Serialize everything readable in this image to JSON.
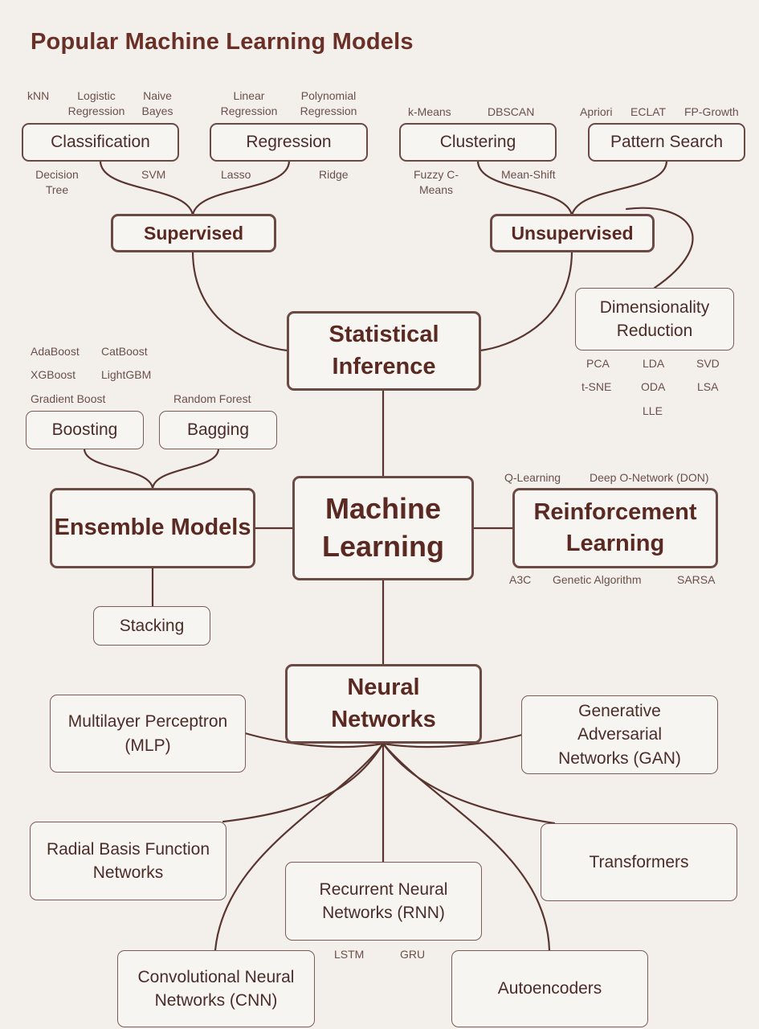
{
  "title": "Popular Machine Learning Models",
  "nodes": {
    "machine_learning": "Machine Learning",
    "statistical_inference": "Statistical Inference",
    "supervised": "Supervised",
    "unsupervised": "Unsupervised",
    "classification": "Classification",
    "regression": "Regression",
    "clustering": "Clustering",
    "pattern_search": "Pattern Search",
    "dimensionality_reduction": "Dimensionality Reduction",
    "ensemble_models": "Ensemble Models",
    "boosting": "Boosting",
    "bagging": "Bagging",
    "stacking": "Stacking",
    "reinforcement_learning": "Reinforcement Learning",
    "neural_networks": "Neural Networks",
    "mlp": "Multilayer Perceptron (MLP)",
    "gan": "Generative Adversarial Networks (GAN)",
    "rbf": "Radial Basis Function Networks",
    "transformers": "Transformers",
    "rnn": "Recurrent Neural Networks (RNN)",
    "cnn": "Convolutional Neural Networks (CNN)",
    "autoencoders": "Autoencoders"
  },
  "labels": {
    "knn": "kNN",
    "logistic_regression": "Logistic Regression",
    "naive_bayes": "Naive Bayes",
    "decision_tree": "Decision Tree",
    "svm": "SVM",
    "linear_regression": "Linear Regression",
    "polynomial_regression": "Polynomial Regression",
    "lasso": "Lasso",
    "ridge": "Ridge",
    "kmeans": "k-Means",
    "dbscan": "DBSCAN",
    "fuzzy_cmeans": "Fuzzy C-Means",
    "mean_shift": "Mean-Shift",
    "apriori": "Apriori",
    "eclat": "ECLAT",
    "fp_growth": "FP-Growth",
    "pca": "PCA",
    "lda": "LDA",
    "svd": "SVD",
    "tsne": "t-SNE",
    "oda": "ODA",
    "lsa": "LSA",
    "lle": "LLE",
    "adaboost": "AdaBoost",
    "catboost": "CatBoost",
    "xgboost": "XGBoost",
    "lightgbm": "LightGBM",
    "gradient_boost": "Gradient Boost",
    "random_forest": "Random Forest",
    "q_learning": "Q-Learning",
    "deep_q_network": "Deep O-Network (DON)",
    "a3c": "A3C",
    "genetic_algorithm": "Genetic Algorithm",
    "sarsa": "SARSA",
    "lstm": "LSTM",
    "gru": "GRU"
  },
  "colors": {
    "background": "#f3f0ec",
    "line": "#5a3530",
    "title": "#6a2f26"
  }
}
